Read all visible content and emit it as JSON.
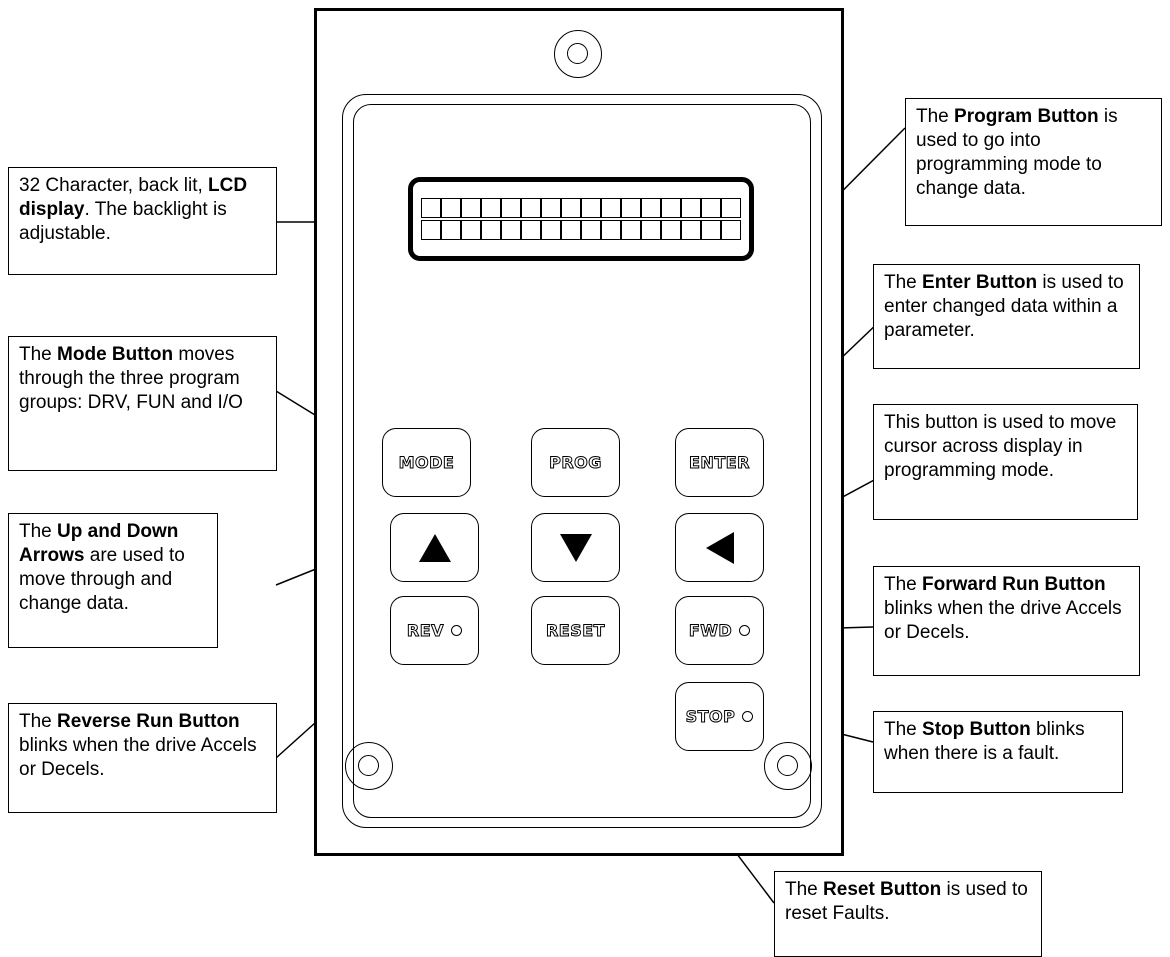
{
  "keypad": {
    "lcd": {
      "rows": 2,
      "cols": 16
    },
    "buttons": {
      "mode": "MODE",
      "prog": "PROG",
      "enter": "ENTER",
      "up": "up-arrow-icon",
      "down": "down-arrow-icon",
      "left": "left-arrow-icon",
      "rev": "REV",
      "reset": "RESET",
      "fwd": "FWD",
      "stop": "STOP"
    }
  },
  "callouts": {
    "lcd": {
      "pre": "32 Character, back lit, ",
      "bold": "LCD display",
      "post": ". The backlight is adjustable."
    },
    "mode": {
      "pre": "The ",
      "bold": "Mode Button",
      "post": " moves through the three program groups: DRV, FUN and I/O"
    },
    "arrows": {
      "pre": "The ",
      "bold": "Up and Down Arrows",
      "post": " are used to move through and change data."
    },
    "reverse": {
      "pre": "The ",
      "bold": "Reverse Run Button",
      "post": " blinks when the drive Accels or Decels."
    },
    "program": {
      "pre": "The ",
      "bold": "Program Button",
      "post": " is used to go into programming mode to change data."
    },
    "enter": {
      "pre": "The ",
      "bold": "Enter Button",
      "post": " is used to enter changed data within a parameter."
    },
    "cursor": {
      "pre": "",
      "bold": "",
      "post": "This button is used to move cursor across display in programming mode."
    },
    "forward": {
      "pre": "The ",
      "bold": "Forward Run Button",
      "post": " blinks when the drive Accels or Decels."
    },
    "stop": {
      "pre": "The ",
      "bold": "Stop Button",
      "post": " blinks when there is a fault."
    },
    "reset": {
      "pre": "The ",
      "bold": "Reset Button",
      "post": " is used to reset Faults."
    }
  }
}
